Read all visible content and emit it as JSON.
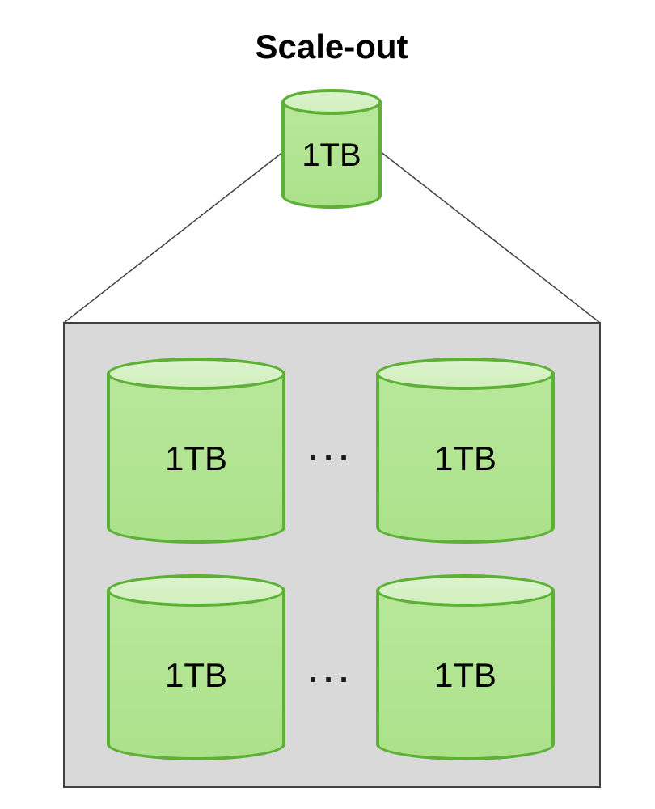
{
  "diagram": {
    "title": "Scale-out",
    "source_node": {
      "label": "1TB"
    },
    "cluster": {
      "rows": [
        {
          "nodes": [
            {
              "label": "1TB"
            },
            {
              "label": "1TB"
            }
          ],
          "ellipsis": "..."
        },
        {
          "nodes": [
            {
              "label": "1TB"
            },
            {
              "label": "1TB"
            }
          ],
          "ellipsis": "..."
        }
      ]
    },
    "colors": {
      "cylinder_border": "#5db136",
      "cylinder_body": "#b2e593",
      "cylinder_top": "#d9f2c9",
      "box_fill": "#d9d9d9",
      "box_border": "#404040",
      "connector_line": "#404040",
      "text": "#000000"
    }
  }
}
